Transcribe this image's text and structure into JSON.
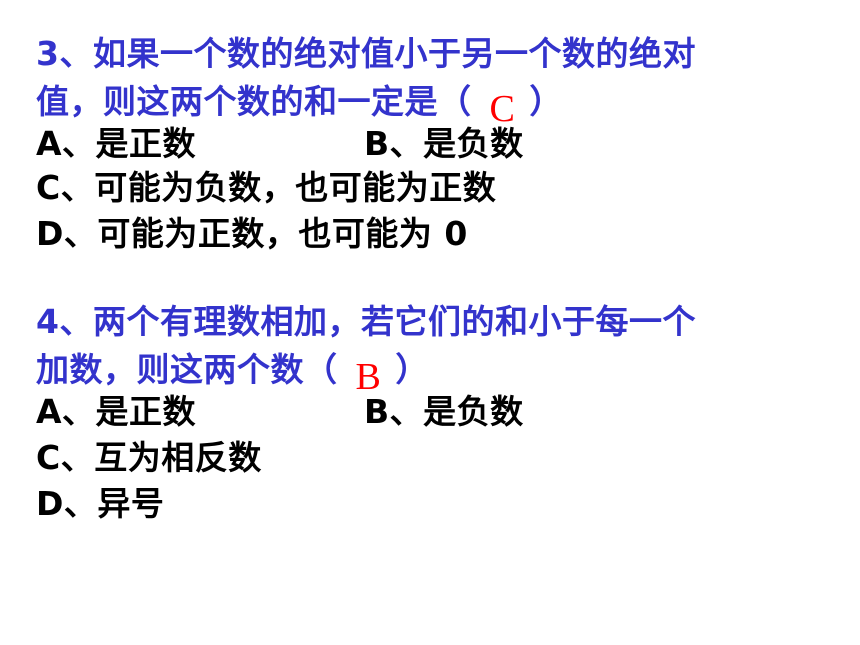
{
  "q3": {
    "line1": "3、如果一个数的绝对值小于另一个数的绝对",
    "line2_pre": "值，则这两个数的和一定是（",
    "answer": "C",
    "line2_post": "）",
    "options": {
      "a": "A、是正数",
      "b": "B、是负数",
      "c": "C、可能为负数，也可能为正数",
      "d": "D、可能为正数，也可能为 0"
    }
  },
  "q4": {
    "line1": "4、两个有理数相加，若它们的和小于每一个",
    "line2_pre": "加数，则这两个数（",
    "answer": "B",
    "line2_post": "）",
    "options": {
      "a": "A、是正数",
      "b": "B、是负数",
      "c": "C、互为相反数",
      "d": "D、异号"
    }
  },
  "colors": {
    "question": "#3333cc",
    "answer": "#ff0000",
    "option": "#000000"
  }
}
